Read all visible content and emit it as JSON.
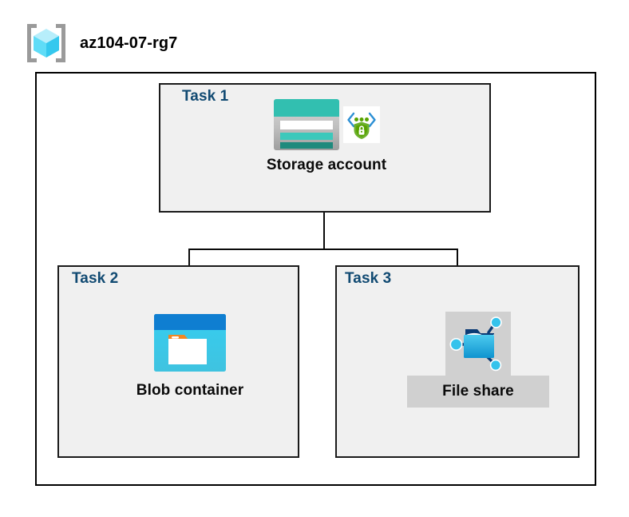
{
  "header": {
    "icon": "resource-group-cube-icon",
    "title": "az104-07-rg7"
  },
  "colors": {
    "task_label": "#114a72",
    "box_fill": "#f0f0f0",
    "box_border": "#1a1a1a",
    "outer_border": "#000000",
    "highlight_plate": "#d0d0d0",
    "storage_teal": "#32bfb0",
    "storage_teal_dark": "#1f8a7d",
    "blob_blue": "#0f7ed1",
    "blob_cyan": "#32cbf0",
    "blob_orange": "#f28720",
    "fileshare_cyan": "#34c3ec",
    "fileshare_navy": "#0b3b75",
    "shield_green": "#57a300",
    "bracket_blue": "#2b8fd4",
    "cube_cyan": "#45d6f5",
    "bracket_gray": "#9a9a9a"
  },
  "diagram": {
    "type": "hierarchy",
    "container": "az104-07-rg7",
    "tasks": [
      {
        "id": "task1",
        "label": "Task 1",
        "node": {
          "caption": "Storage account",
          "icons": [
            "storage-account-icon",
            "secure-endpoint-shield-icon"
          ],
          "highlighted": false
        }
      },
      {
        "id": "task2",
        "label": "Task 2",
        "node": {
          "caption": "Blob container",
          "icons": [
            "blob-container-icon"
          ],
          "highlighted": false
        }
      },
      {
        "id": "task3",
        "label": "Task 3",
        "node": {
          "caption": "File share",
          "icons": [
            "file-share-icon"
          ],
          "highlighted": true
        }
      }
    ],
    "connections": [
      {
        "from": "Storage account",
        "to": "Blob container"
      },
      {
        "from": "Storage account",
        "to": "File share"
      }
    ]
  }
}
